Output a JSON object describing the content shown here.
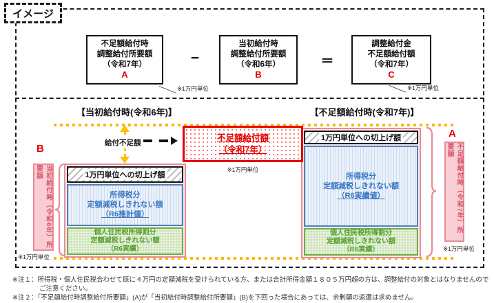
{
  "label": "イメージ",
  "formula": {
    "box_a": {
      "line1": "不足額給付時",
      "line2": "調整給付所要額",
      "line3": "（令和7年）",
      "letter": "A"
    },
    "operator_minus": "−",
    "box_b": {
      "line1": "当初給付時",
      "line2": "調整給付所要額",
      "line3": "（令和6年）",
      "letter": "B"
    },
    "operator_equals": "＝",
    "box_c": {
      "line1": "調整給付金",
      "line2": "不足額給付額",
      "line3": "（令和7年）",
      "letter": "C"
    },
    "unit_note_a": "※1万円単位",
    "unit_note_c": "※1万円単位"
  },
  "sections": {
    "left_heading": "【当初給付時(令和6年)】",
    "right_heading": "【不足額給付時(令和7年)】"
  },
  "shortfall": {
    "label": "給付不足額"
  },
  "red_box": {
    "line1": "不足額給付額",
    "line2": "（令和7年）",
    "unit_note": "※1万円単位"
  },
  "left_bar": {
    "header": "1万円単位への切上げ額",
    "blue_line1": "所得税分",
    "blue_line2": "定額減税しきれない額",
    "blue_line3": "（R6推計値）",
    "green_line1": "個人住民税所得割分",
    "green_line2": "定額減税しきれない額",
    "green_line3": "（R6実績）"
  },
  "right_bar": {
    "header": "1万円単位への切上げ額",
    "blue_line1": "所得税分",
    "blue_line2": "定額減税しきれない額",
    "blue_line3": "（R6実績値）",
    "green_line1": "個人住民税所得割分",
    "green_line2": "定額減税しきれない額",
    "green_line3": "（R6実績）"
  },
  "left_side": {
    "letter": "B",
    "label": "当初給付時（令和6年）所要額",
    "unit_note": "※1万円単位"
  },
  "right_side": {
    "letter": "A",
    "label": "不足額給付時（令和7年）所要額",
    "unit_note": "※1万円単位"
  },
  "notes": {
    "line1": "※注１：所得税・個人住民税合わせて既に４万円の定額減税を受けられている方、または合計所得金額１８０５万円超の方は、調整給付の対象とはなりませんので",
    "line2": "ご注意ください。",
    "line3": "※注２：「不足額給付時調整給付所要額」(A)が「当初給付時調整給付所要額」(B)を下回った場合にあっては、余剰額の返還は求めません。"
  },
  "colors": {
    "accent_orange": "#ffc000",
    "accent_red": "#e60000",
    "pink_border": "#e98a98",
    "pink_fill": "#f8cdd4",
    "blue": "#4f81bd",
    "green": "#6fad49"
  }
}
